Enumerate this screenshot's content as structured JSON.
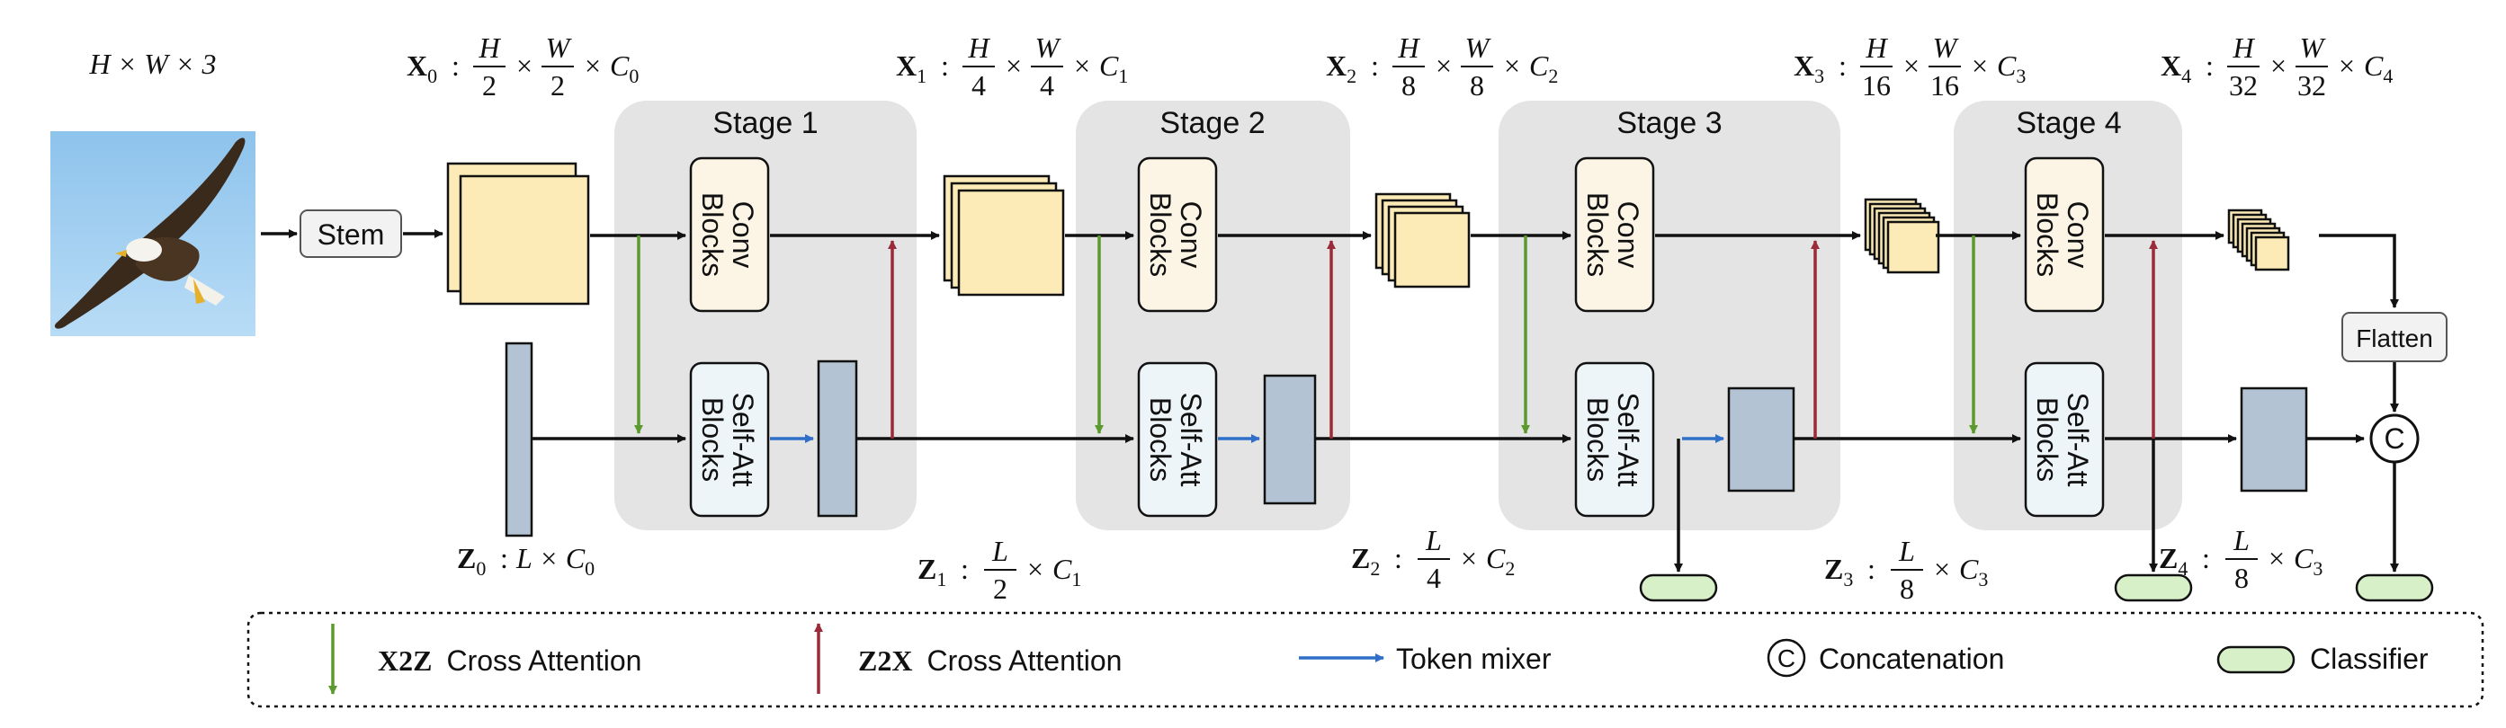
{
  "input": {
    "dims": "H × W × 3"
  },
  "stem": {
    "label": "Stem"
  },
  "flatten": {
    "label": "Flatten"
  },
  "concat": {
    "symbol": "C"
  },
  "stages": [
    {
      "title": "Stage 1",
      "conv": [
        "Conv",
        "Blocks"
      ],
      "att": [
        "Self-Att",
        "Blocks"
      ]
    },
    {
      "title": "Stage 2",
      "conv": [
        "Conv",
        "Blocks"
      ],
      "att": [
        "Self-Att",
        "Blocks"
      ]
    },
    {
      "title": "Stage 3",
      "conv": [
        "Conv",
        "Blocks"
      ],
      "att": [
        "Self-Att",
        "Blocks"
      ]
    },
    {
      "title": "Stage 4",
      "conv": [
        "Conv",
        "Blocks"
      ],
      "att": [
        "Self-Att",
        "Blocks"
      ]
    }
  ],
  "x_labels": [
    {
      "var": "X",
      "sub": "0",
      "num": "H",
      "den": "2",
      "num2": "W",
      "den2": "2",
      "c": "C",
      "csub": "0"
    },
    {
      "var": "X",
      "sub": "1",
      "num": "H",
      "den": "4",
      "num2": "W",
      "den2": "4",
      "c": "C",
      "csub": "1"
    },
    {
      "var": "X",
      "sub": "2",
      "num": "H",
      "den": "8",
      "num2": "W",
      "den2": "8",
      "c": "C",
      "csub": "2"
    },
    {
      "var": "X",
      "sub": "3",
      "num": "H",
      "den": "16",
      "num2": "W",
      "den2": "16",
      "c": "C",
      "csub": "3"
    },
    {
      "var": "X",
      "sub": "4",
      "num": "H",
      "den": "32",
      "num2": "W",
      "den2": "32",
      "c": "C",
      "csub": "4"
    }
  ],
  "z_labels": [
    {
      "var": "Z",
      "sub": "0",
      "plain": "L × C",
      "csub": "0"
    },
    {
      "var": "Z",
      "sub": "1",
      "num": "L",
      "den": "2",
      "c": "C",
      "csub": "1"
    },
    {
      "var": "Z",
      "sub": "2",
      "num": "L",
      "den": "4",
      "c": "C",
      "csub": "2"
    },
    {
      "var": "Z",
      "sub": "3",
      "num": "L",
      "den": "8",
      "c": "C",
      "csub": "3"
    },
    {
      "var": "Z",
      "sub": "4",
      "num": "L",
      "den": "8",
      "c": "C",
      "csub": "3"
    }
  ],
  "legend": {
    "x2z": {
      "bold": "X2Z",
      "text": "Cross Attention"
    },
    "z2x": {
      "bold": "Z2X",
      "text": "Cross Attention"
    },
    "mixer": {
      "text": "Token mixer"
    },
    "concat": {
      "symbol": "C",
      "text": "Concatenation"
    },
    "classifier": {
      "text": "Classifier"
    }
  },
  "colors": {
    "stage_bg": "#e4e4e4",
    "conv_fill": "#fcf5e6",
    "att_fill": "#eef5f9",
    "feature_fill": "#fcebb6",
    "token_fill": "#b3c3d3",
    "classifier_fill": "#d8f0c8",
    "stem_fill": "#f2f2f2",
    "green_arrow": "#5c9a2e",
    "red_arrow": "#9a2b3a",
    "blue_arrow": "#2f6fc8"
  }
}
